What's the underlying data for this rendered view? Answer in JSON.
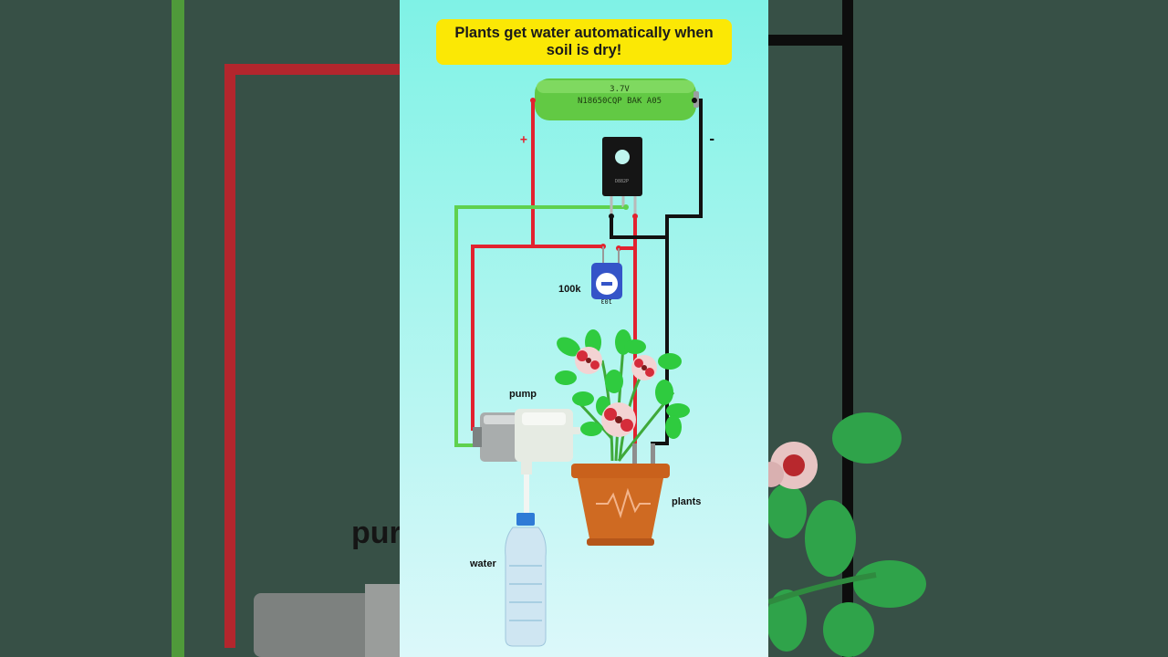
{
  "header": {
    "title": "Plants get water automatically when soil is dry!"
  },
  "battery": {
    "voltage": "3.7V",
    "model": "N18650CQP BAK A05"
  },
  "polarity": {
    "positive": "+",
    "negative": "-"
  },
  "labels": {
    "resistor": "100k",
    "pump": "pump",
    "plants": "plants",
    "water": "water"
  },
  "potentiometer": {
    "marking": "103"
  },
  "background": {
    "partial_label": "pur"
  },
  "colors": {
    "wire_red": "#e2222f",
    "wire_green": "#5fd14e",
    "wire_black": "#111111",
    "title_bg": "#fbe805",
    "pot_red": "#d8502c"
  }
}
